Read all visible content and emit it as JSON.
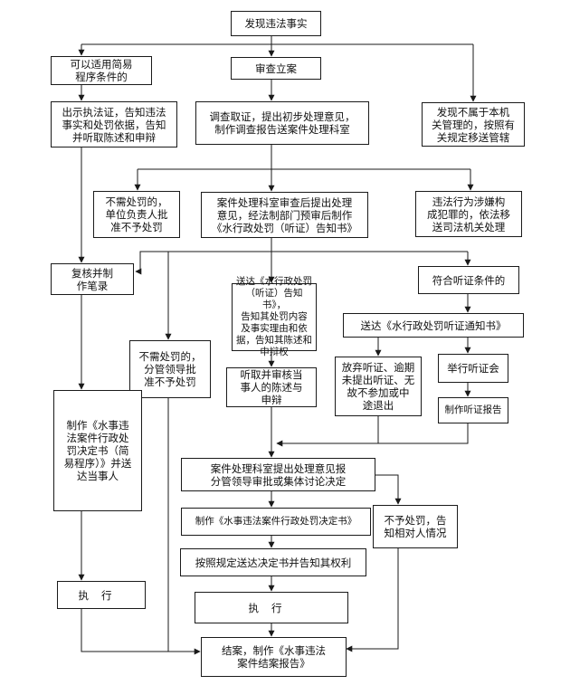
{
  "flowchart": {
    "nodes": {
      "discover": "发现违法事实",
      "simple": "可以适用简易\n程序条件的",
      "register": "审查立案",
      "show_cert": "出示执法证，告知违法\n事实和处罚依据，告知\n并听取陈述和申辩",
      "investigate": "调查取证，提出初步处理意见，\n制作调查报告送案件处理科室",
      "transfer_dept": "发现不属于本机\n关管理的，按照有\n关规定移送管辖",
      "no_punish_unit": "不需处罚的，\n单位负责人批\n准不予处罚",
      "review_notice": "案件处理科室审查后提出处理\n意见，经法制部门预审后制作\n《水行政处罚（听证）告知书》",
      "criminal": "违法行为涉嫌构\n成犯罪的，依法移\n送司法机关处理",
      "recheck": "复核并制\n作笔录",
      "deliver_notice": "送达《水行政处罚\n（听证）告知书》，\n告知其处罚内容\n及事实理由和依\n据，告知其陈述和\n申辩权",
      "hearing_cond": "符合听证条件的",
      "no_punish_leader": "不需处罚的，\n分管领导批\n准不予处罚",
      "hearing_notice": "送达《水行政处罚听证通知书》",
      "waive": "放弃听证、逾期\n未提出听证、无\n故不参加或中\n途退出",
      "hold_hearing": "举行听证会",
      "listen": "听取并审核当\n事人的陈述与\n申辩",
      "hearing_report": "制作听证报告",
      "make_simple": "制作《水事违\n法案件行政处\n罚决定书（简\n易程序）》并送\n达当事人",
      "propose": "案件处理科室提出处理意见报\n分管领导审批或集体讨论决定",
      "make_decision": "制作《水事违法案件行政处罚决定书》",
      "no_punish_inform": "不予处罚，告\n知相对人情况",
      "deliver_decision": "按照规定送达决定书并告知其权利",
      "exec_left": "执行",
      "exec_right": "执行",
      "close": "结案，制作《水事违法\n案件结案报告》"
    }
  }
}
